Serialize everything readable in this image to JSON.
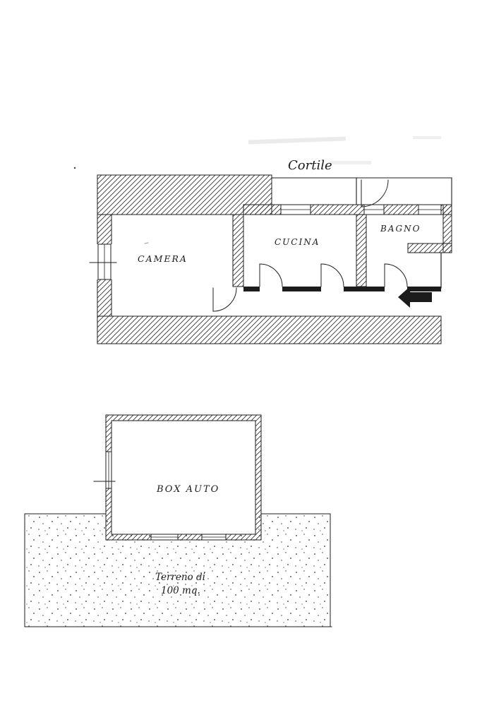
{
  "document": {
    "kind": "scanned floor plan",
    "paper_color": "#ffffff",
    "ink_color": "#1c1c1c"
  },
  "upper_plan": {
    "courtyard_label": "Cortile",
    "room_labels": {
      "camera": "CAMERA",
      "cucina": "CUCINA",
      "bagno": "BAGNO"
    }
  },
  "lower_plan": {
    "garage_label": "BOX AUTO",
    "terrain_label_line1": "Terreno di",
    "terrain_label_line2": "100 mq."
  }
}
